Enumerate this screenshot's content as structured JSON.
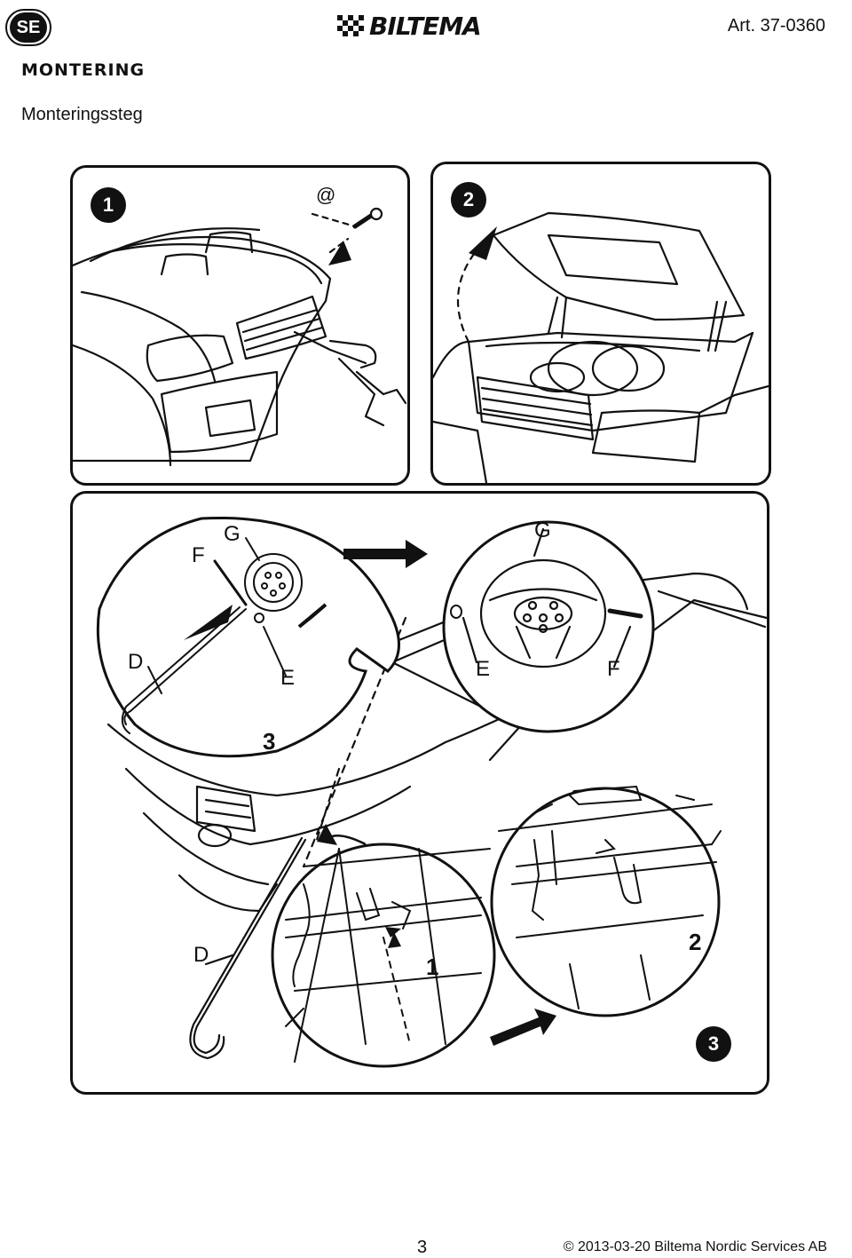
{
  "header": {
    "language_badge": "SE",
    "brand": "BILTEMA",
    "article": "Art. 37-0360"
  },
  "section_title": "MONTERING",
  "subtitle": "Monteringssteg",
  "panels": {
    "step1": {
      "badge": "1",
      "label_at": "@"
    },
    "step2": {
      "badge": "2"
    },
    "step3": {
      "badge": "3",
      "inset_left": {
        "labels": {
          "f": "F",
          "g": "G",
          "d": "D",
          "e": "E"
        },
        "step": "3"
      },
      "inset_right": {
        "labels": {
          "g": "G",
          "e": "E",
          "f": "F"
        }
      },
      "bottom": {
        "label_d": "D",
        "sub_1": "1",
        "sub_2": "2"
      }
    }
  },
  "footer": {
    "page_number": "3",
    "copyright": "© 2013-03-20 Biltema Nordic Services AB"
  }
}
